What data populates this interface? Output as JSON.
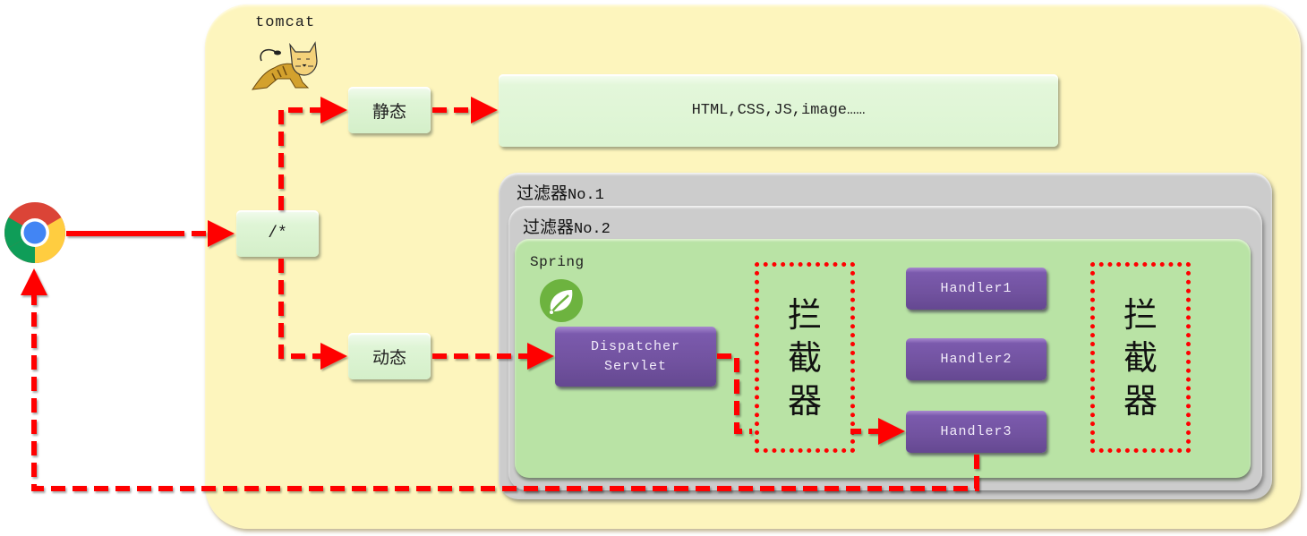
{
  "diagram": {
    "container": {
      "label": "tomcat",
      "icon": "tomcat-cat-icon"
    },
    "browser": {
      "icon": "chrome-browser-icon"
    },
    "router": {
      "label": "/*"
    },
    "static_node": {
      "label": "静态"
    },
    "dynamic_node": {
      "label": "动态"
    },
    "static_resources": {
      "label": "HTML,CSS,JS,image……"
    },
    "filters": [
      {
        "label_cn": "过滤器",
        "label_num": "No.1"
      },
      {
        "label_cn": "过滤器",
        "label_num": "No.2"
      }
    ],
    "spring": {
      "label": "Spring",
      "icon": "spring-leaf-icon"
    },
    "dispatcher": {
      "line1": "Dispatcher",
      "line2": "Servlet"
    },
    "interceptors": [
      {
        "label": [
          "拦",
          "截",
          "器"
        ]
      },
      {
        "label": [
          "拦",
          "截",
          "器"
        ]
      }
    ],
    "handlers": [
      {
        "label": "Handler1"
      },
      {
        "label": "Handler2"
      },
      {
        "label": "Handler3"
      }
    ],
    "colors": {
      "flow_line": "#ff0000",
      "tomcat_bg": "#fdf5bd",
      "filter_bg": "#cccccc",
      "spring_bg": "#b9e3a5",
      "handler_bg": "#71529f",
      "light_node_bg": "#dff5d6"
    }
  }
}
